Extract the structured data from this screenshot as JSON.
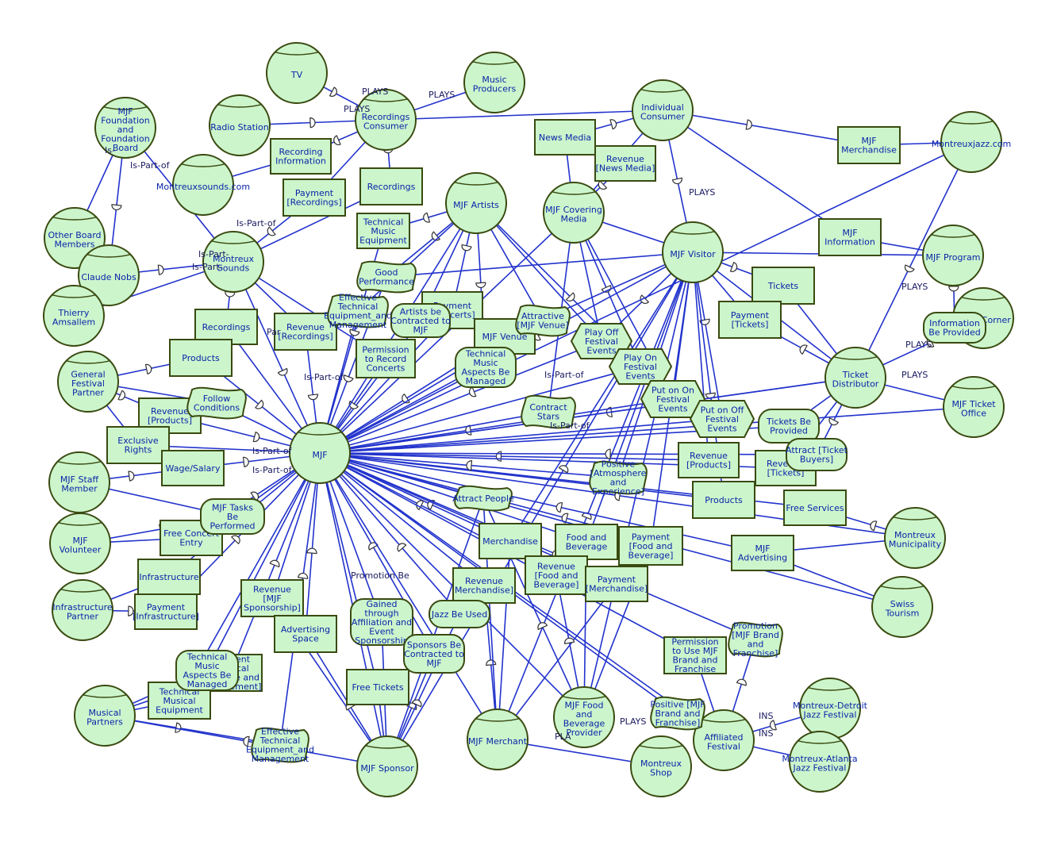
{
  "actors": [
    {
      "id": "a_tv",
      "label": [
        "TV"
      ]
    },
    {
      "id": "a_music_producers",
      "label": [
        "Music",
        "Producers"
      ]
    },
    {
      "id": "a_recordings_consumer",
      "label": [
        "Recordings",
        "Consumer"
      ]
    },
    {
      "id": "a_radio_station",
      "label": [
        "Radio Station"
      ]
    },
    {
      "id": "a_individual_consumer",
      "label": [
        "Individual",
        "Consumer"
      ]
    },
    {
      "id": "a_montreuxjazz",
      "label": [
        "Montreuxjazz.com"
      ]
    },
    {
      "id": "a_mjf_foundation",
      "label": [
        "MJF",
        "Foundation",
        "and",
        "Foundation",
        "Board"
      ]
    },
    {
      "id": "a_montreuxsounds_com",
      "label": [
        "Montreuxsounds.com"
      ]
    },
    {
      "id": "a_mjf_artists",
      "label": [
        "MJF Artists"
      ]
    },
    {
      "id": "a_mjf_covering_media",
      "label": [
        "MJF Covering",
        "Media"
      ]
    },
    {
      "id": "a_other_board",
      "label": [
        "Other Board",
        "Members"
      ]
    },
    {
      "id": "a_claude_nobs",
      "label": [
        "Claude Nobs"
      ]
    },
    {
      "id": "a_thierry",
      "label": [
        "Thierry",
        "Amsallem"
      ]
    },
    {
      "id": "a_montreux_sounds",
      "label": [
        "Montreux",
        "Sounds"
      ]
    },
    {
      "id": "a_mjf_visitor",
      "label": [
        "MJF Visitor"
      ]
    },
    {
      "id": "a_mjf_program",
      "label": [
        "MJF Program"
      ]
    },
    {
      "id": "a_ticketcorner",
      "label": [
        "TicketCorner"
      ]
    },
    {
      "id": "a_ticket_distributor",
      "label": [
        "Ticket",
        "Distributor"
      ]
    },
    {
      "id": "a_mjf_ticket_office",
      "label": [
        "MJF Ticket",
        "Office"
      ]
    },
    {
      "id": "a_general_festival",
      "label": [
        "General",
        "Festival",
        "Partner"
      ]
    },
    {
      "id": "a_mjf",
      "label": [
        "MJF"
      ]
    },
    {
      "id": "a_mjf_staff",
      "label": [
        "MJF Staff",
        "Member"
      ]
    },
    {
      "id": "a_mjf_volunteer",
      "label": [
        "MJF",
        "Volunteer"
      ]
    },
    {
      "id": "a_montreux_municipality",
      "label": [
        "Montreux",
        "Municipality"
      ]
    },
    {
      "id": "a_swiss_tourism",
      "label": [
        "Swiss",
        "Tourism"
      ]
    },
    {
      "id": "a_infrastructure_partner",
      "label": [
        "Infrastructure",
        "Partner"
      ]
    },
    {
      "id": "a_musical_partners",
      "label": [
        "Musical",
        "Partners"
      ]
    },
    {
      "id": "a_mjf_sponsor",
      "label": [
        "MJF Sponsor"
      ]
    },
    {
      "id": "a_mjf_merchant",
      "label": [
        "MJF Merchant"
      ]
    },
    {
      "id": "a_food_provider",
      "label": [
        "MJF Food",
        "and",
        "Beverage",
        "Provider"
      ]
    },
    {
      "id": "a_montreux_shop",
      "label": [
        "Montreux",
        "Shop"
      ]
    },
    {
      "id": "a_affiliated_festival",
      "label": [
        "Affiliated",
        "Festival"
      ]
    },
    {
      "id": "a_detroit",
      "label": [
        "Montreux-Detroit",
        "Jazz Festival"
      ]
    },
    {
      "id": "a_atlanta",
      "label": [
        "Montreux-Atlanta",
        "Jazz Festival"
      ]
    }
  ],
  "resources": [
    {
      "id": "r_recording_information",
      "label": [
        "Recording",
        "Information"
      ]
    },
    {
      "id": "r_news_media",
      "label": [
        "News Media"
      ]
    },
    {
      "id": "r_revenue_news_media",
      "label": [
        "Revenue",
        "[News Media]"
      ]
    },
    {
      "id": "r_mjf_merchandise",
      "label": [
        "MJF",
        "Merchandise"
      ]
    },
    {
      "id": "r_payment_recordings",
      "label": [
        "Payment",
        "[Recordings]"
      ]
    },
    {
      "id": "r_recordings_top",
      "label": [
        "Recordings"
      ]
    },
    {
      "id": "r_technical_music_equipment",
      "label": [
        "Technical",
        "Music",
        "Equipment"
      ]
    },
    {
      "id": "r_mjf_information",
      "label": [
        "MJF",
        "Information"
      ]
    },
    {
      "id": "r_tickets",
      "label": [
        "Tickets"
      ]
    },
    {
      "id": "r_payment_concerts",
      "label": [
        "Payment",
        "[Concerts]"
      ]
    },
    {
      "id": "r_recordings_left",
      "label": [
        "Recordings"
      ]
    },
    {
      "id": "r_revenue_recordings",
      "label": [
        "Revenue",
        "[Recordings]"
      ]
    },
    {
      "id": "r_payment_tickets",
      "label": [
        "Payment",
        "[Tickets]"
      ]
    },
    {
      "id": "r_products_left",
      "label": [
        "Products"
      ]
    },
    {
      "id": "r_permission_record",
      "label": [
        "Permission",
        "to Record",
        "Concerts"
      ]
    },
    {
      "id": "r_mjf_venue",
      "label": [
        "MJF Venue"
      ]
    },
    {
      "id": "r_revenue_products_left",
      "label": [
        "Revenue",
        "[Products]"
      ]
    },
    {
      "id": "r_exclusive_rights",
      "label": [
        "Exclusive",
        "Rights"
      ]
    },
    {
      "id": "r_wage_salary",
      "label": [
        "Wage/Salary"
      ]
    },
    {
      "id": "r_revenue_products_right",
      "label": [
        "Revenue",
        "[Products]"
      ]
    },
    {
      "id": "r_revenue_tickets",
      "label": [
        "Revenue",
        "[Tickets]"
      ]
    },
    {
      "id": "r_products_right",
      "label": [
        "Products"
      ]
    },
    {
      "id": "r_free_services",
      "label": [
        "Free Services"
      ]
    },
    {
      "id": "r_free_concert_entry",
      "label": [
        "Free Concert",
        "Entry"
      ]
    },
    {
      "id": "r_merchandise",
      "label": [
        "Merchandise"
      ]
    },
    {
      "id": "r_food_beverage",
      "label": [
        "Food and",
        "Beverage"
      ]
    },
    {
      "id": "r_payment_food",
      "label": [
        "Payment",
        "[Food and",
        "Beverage]"
      ]
    },
    {
      "id": "r_mjf_advertising",
      "label": [
        "MJF",
        "Advertising"
      ]
    },
    {
      "id": "r_infrastructure",
      "label": [
        "Infrastructure"
      ]
    },
    {
      "id": "r_revenue_sponsorship",
      "label": [
        "Revenue",
        "[MJF",
        "Sponsorship]"
      ]
    },
    {
      "id": "r_revenue_merchandise",
      "label": [
        "Revenue",
        "Merchandise]"
      ]
    },
    {
      "id": "r_revenue_food",
      "label": [
        "Revenue",
        "[Food and",
        "Beverage]"
      ]
    },
    {
      "id": "r_payment_merchandise",
      "label": [
        "Payment",
        "[Merchandise]"
      ]
    },
    {
      "id": "r_payment_infrastructure",
      "label": [
        "Payment",
        "[Infrastructure]"
      ]
    },
    {
      "id": "r_advertising_space",
      "label": [
        "Advertising",
        "Space"
      ]
    },
    {
      "id": "r_payment_musical",
      "label": [
        "Payment",
        "[Musical",
        "Revenue and",
        "Management]"
      ]
    },
    {
      "id": "r_permission_brand",
      "label": [
        "Permission",
        "to Use MJF",
        "Brand and",
        "Franchise"
      ]
    },
    {
      "id": "r_free_tickets",
      "label": [
        "Free Tickets"
      ]
    },
    {
      "id": "r_technical_musical_equipment",
      "label": [
        "Technical",
        "Musical",
        "Equipment"
      ]
    }
  ],
  "softgoals": [
    {
      "id": "s_good_performance",
      "label": [
        "Good",
        "Performance"
      ]
    },
    {
      "id": "s_effective_mgmt_top",
      "label": [
        "Effective",
        "Technical",
        "Equipment_and",
        "Management"
      ]
    },
    {
      "id": "s_attractive_venue",
      "label": [
        "Attractive",
        "[MJF Venue]"
      ]
    },
    {
      "id": "s_follow_conditions",
      "label": [
        "Follow",
        "Conditions"
      ]
    },
    {
      "id": "s_contract_stars",
      "label": [
        "Contract",
        "Stars"
      ]
    },
    {
      "id": "s_positive_atmosphere",
      "label": [
        "Positive",
        "[Atmosphere",
        "and",
        "Experience]"
      ]
    },
    {
      "id": "s_attract_people",
      "label": [
        "Attract People"
      ]
    },
    {
      "id": "s_promotion_brand",
      "label": [
        "Promotion",
        "[MJF Brand",
        "and",
        "Franchise]"
      ]
    },
    {
      "id": "s_positive_brand",
      "label": [
        "Positive [MJF",
        "Brand and",
        "Franchise]"
      ]
    },
    {
      "id": "s_effective_mgmt_bottom",
      "label": [
        "Effective",
        "Technical",
        "Equipment_and",
        "Management"
      ]
    }
  ],
  "goals": [
    {
      "id": "g_artists_contracted",
      "label": [
        "Artists be",
        "Contracted to",
        "MJF"
      ]
    },
    {
      "id": "g_technical_aspects_top",
      "label": [
        "Technical",
        "Music",
        "Aspects Be",
        "Managed"
      ]
    },
    {
      "id": "g_information_provided",
      "label": [
        "Information",
        "Be Provided"
      ]
    },
    {
      "id": "g_tickets_provided",
      "label": [
        "Tickets Be",
        "Provided"
      ]
    },
    {
      "id": "g_attract_ticket_buyers",
      "label": [
        "Attract [Ticket",
        "Buyers]"
      ]
    },
    {
      "id": "g_mjf_tasks",
      "label": [
        "MJF Tasks",
        "Be",
        "Performed"
      ]
    },
    {
      "id": "g_gained_affiliation",
      "label": [
        "Gained",
        "through",
        "Affiliation and",
        "Event",
        "Sponsorship"
      ]
    },
    {
      "id": "g_jazz_be_used",
      "label": [
        "Jazz Be Used"
      ]
    },
    {
      "id": "g_sponsors_contracted",
      "label": [
        "Sponsors Be",
        "Contracted to",
        "MJF"
      ]
    },
    {
      "id": "g_technical_aspects_bottom",
      "label": [
        "Technical",
        "Music",
        "Aspects Be",
        "Managed"
      ]
    }
  ],
  "tasks": [
    {
      "id": "t_play_off",
      "label": [
        "Play Off",
        "Festival",
        "Events"
      ]
    },
    {
      "id": "t_play_on",
      "label": [
        "Play On",
        "Festival",
        "Events"
      ]
    },
    {
      "id": "t_put_on_on",
      "label": [
        "Put on On",
        "Festival",
        "Events"
      ]
    },
    {
      "id": "t_put_on_off",
      "label": [
        "Put on Off",
        "Festival",
        "Events"
      ]
    }
  ],
  "edge_labels": [
    {
      "id": "l_plays_1",
      "text": "PLAYS"
    },
    {
      "id": "l_plays_2",
      "text": "PLAYS"
    },
    {
      "id": "l_plays_3",
      "text": "PLAYS"
    },
    {
      "id": "l_plays_4",
      "text": "PLAYS"
    },
    {
      "id": "l_plays_5",
      "text": "PLAYS"
    },
    {
      "id": "l_plays_6",
      "text": "PLAYS"
    },
    {
      "id": "l_plays_7",
      "text": "PLAYS"
    },
    {
      "id": "l_plays_8",
      "text": "PLAYS"
    },
    {
      "id": "l_plays_9",
      "text": "PLA"
    },
    {
      "id": "l_ins_1",
      "text": "INS"
    },
    {
      "id": "l_ins_2",
      "text": "INS"
    },
    {
      "id": "l_is_1",
      "text": "Is-"
    },
    {
      "id": "l_ispartof_1",
      "text": "Is-Part-of"
    },
    {
      "id": "l_ispartof_2",
      "text": "Is-Part-of"
    },
    {
      "id": "l_ispartof_3",
      "text": "Is-Part-"
    },
    {
      "id": "l_ispartof_4",
      "text": "Is-Part-"
    },
    {
      "id": "l_ispartof_5",
      "text": "Is-Part-of"
    },
    {
      "id": "l_ispartof_6",
      "text": "Is-Part-of"
    },
    {
      "id": "l_ispartof_7",
      "text": "Is-Part-of"
    },
    {
      "id": "l_ispartof_8",
      "text": "Is-Part-of"
    },
    {
      "id": "l_ispartof_9",
      "text": "Is-Part-of"
    },
    {
      "id": "l_par",
      "text": "Par"
    },
    {
      "id": "l_promotion_be",
      "text": "Promotion Be"
    }
  ],
  "style": {
    "node_fill": "#ccf5cc",
    "node_stroke": "#3a4a10",
    "edge_color": "#2233cc",
    "label_color": "#0a25a8"
  }
}
